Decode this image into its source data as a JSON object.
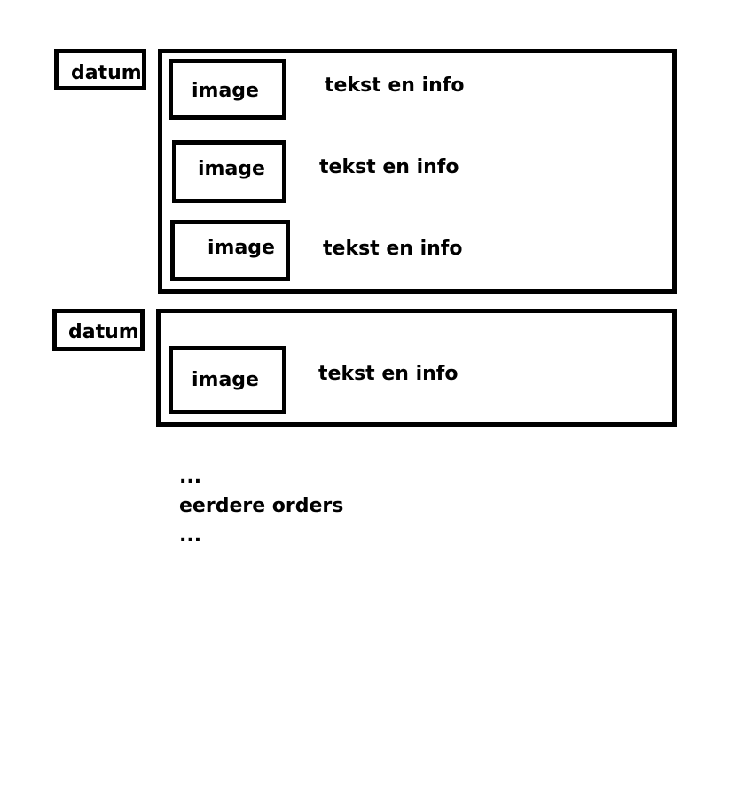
{
  "orders": [
    {
      "date_label": "datum",
      "items": [
        {
          "image_label": "image",
          "info_label": "tekst en info"
        },
        {
          "image_label": "image",
          "info_label": "tekst en info"
        },
        {
          "image_label": "image",
          "info_label": "tekst en info"
        }
      ]
    },
    {
      "date_label": "datum",
      "items": [
        {
          "image_label": "image",
          "info_label": "tekst en info"
        }
      ]
    }
  ],
  "footer": {
    "ellipsis_top": "...",
    "earlier_orders": "eerdere orders",
    "ellipsis_bottom": "..."
  }
}
